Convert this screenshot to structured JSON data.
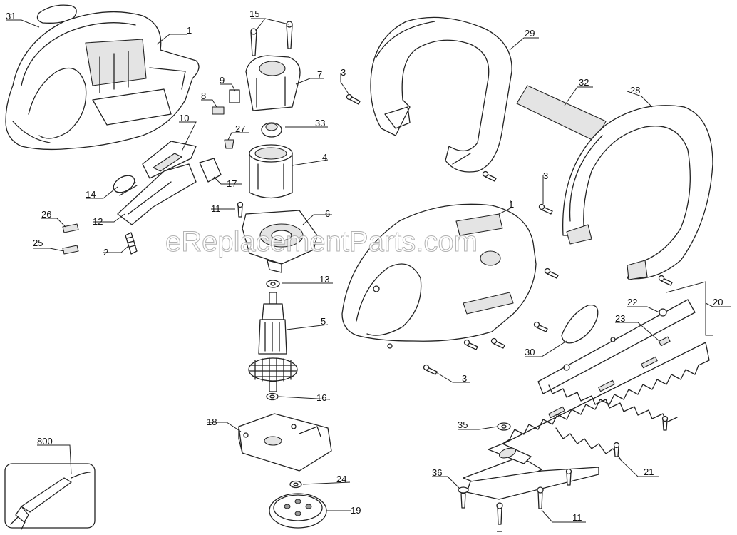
{
  "watermark": "eReplacementParts.com",
  "labels": {
    "l31": "31",
    "l1a": "1",
    "l15": "15",
    "l9": "9",
    "l7": "7",
    "l8": "8",
    "l33": "33",
    "l10": "10",
    "l27": "27",
    "l4": "4",
    "l14": "14",
    "l17": "17",
    "l26": "26",
    "l12": "12",
    "l11a": "11",
    "l6": "6",
    "l25": "25",
    "l2": "2",
    "l13": "13",
    "l5": "5",
    "l16": "16",
    "l18": "18",
    "l800": "800",
    "l24": "24",
    "l19": "19",
    "l3a": "3",
    "l29": "29",
    "l32": "32",
    "l28": "28",
    "l3b": "3",
    "l1b": "1",
    "l20": "20",
    "l22": "22",
    "l23": "23",
    "l30": "30",
    "l3c": "3",
    "l35": "35",
    "l21": "21",
    "l36": "36",
    "l11b": "11"
  }
}
